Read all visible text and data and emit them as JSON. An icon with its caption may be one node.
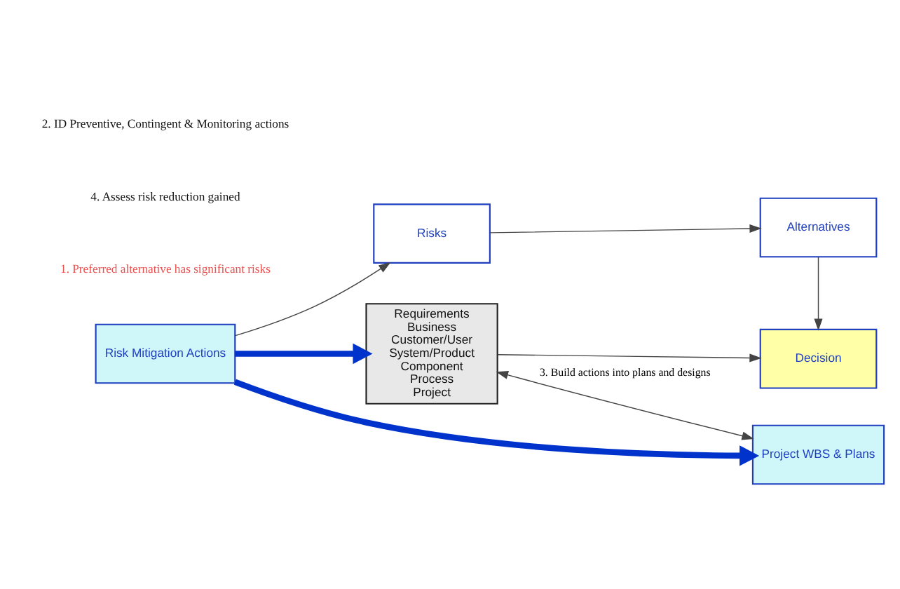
{
  "diagram": {
    "nodes": [
      {
        "text": [
          "Requirements",
          "Business",
          "Customer/User",
          "System/Product",
          "Component",
          "Process",
          "Project"
        ]
      },
      {
        "text": [
          "Decision"
        ]
      },
      {
        "text": [
          "Alternatives"
        ]
      },
      {
        "text": [
          "Risks"
        ]
      },
      {
        "text": [
          "Risk Mitigation Actions"
        ]
      },
      {
        "text": [
          "Project WBS & Plans"
        ]
      }
    ],
    "edges": [
      {
        "from": 4,
        "to": 0,
        "arrow": "to",
        "style": "thick",
        "color": "#0033cc"
      },
      {
        "from": 0,
        "to": 1,
        "arrow": "to"
      },
      {
        "from": 2,
        "to": 1,
        "arrow": "to"
      },
      {
        "from": 3,
        "to": 2,
        "arrow": "to"
      },
      {
        "from": 4,
        "to": 3,
        "arrow": "to"
      },
      {
        "from": 4,
        "to": 5,
        "arrow": "to",
        "style": "thick",
        "color": "#0033cc"
      },
      {
        "from": 0,
        "to": 5,
        "arrow": "both",
        "label": "3. Build actions into plans and designs"
      }
    ],
    "labels": [
      "1. Preferred alternative has significant risks",
      "4. Assess risk reduction gained",
      "2. ID Preventive, Contingent & Monitoring actions"
    ]
  }
}
